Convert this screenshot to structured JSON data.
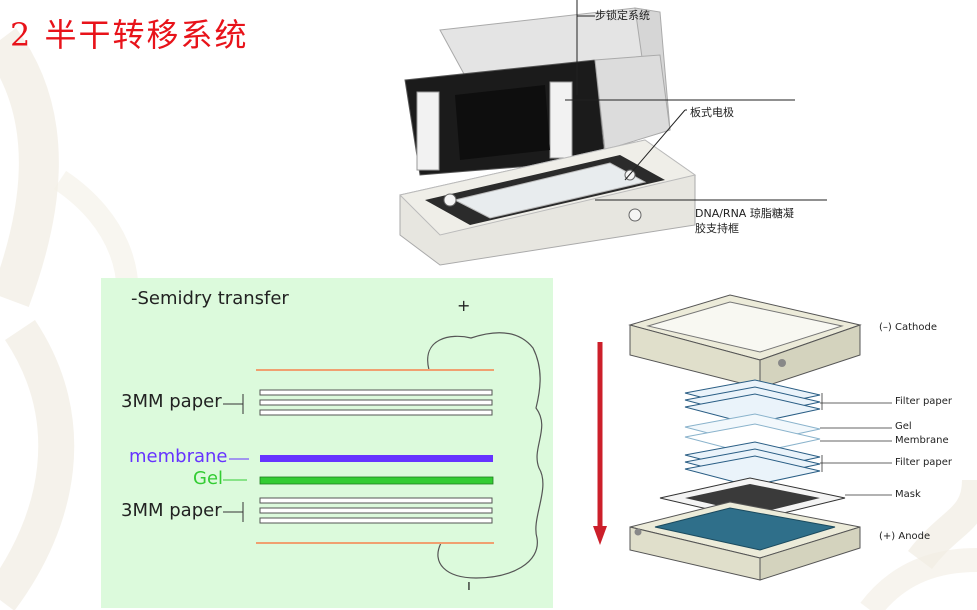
{
  "slide": {
    "title": "2 半干转移系统",
    "title_color": "#e8131a"
  },
  "photo": {
    "labels": {
      "lock": "步锁定系统",
      "electrode": "板式电极",
      "support_line1": "DNA/RNA 琼脂糖凝",
      "support_line2": "胶支持框"
    }
  },
  "semidry": {
    "title": "-Semidry transfer",
    "plus": "+",
    "minus": "ı",
    "labels": {
      "paper_top": "3MM paper",
      "membrane": "membrane",
      "gel": "Gel",
      "paper_bottom": "3MM paper"
    },
    "colors": {
      "membrane": "#6633ff",
      "gel": "#33cc33",
      "electrode": "#f0a070",
      "background": "#dcfadc"
    }
  },
  "stack": {
    "labels": {
      "cathode": "(–) Cathode",
      "filter_top": "Filter paper",
      "gel": "Gel",
      "membrane": "Membrane",
      "filter_bottom": "Filter paper",
      "mask": "Mask",
      "anode": "(+) Anode"
    },
    "arrow_color": "#cc1f2a"
  }
}
